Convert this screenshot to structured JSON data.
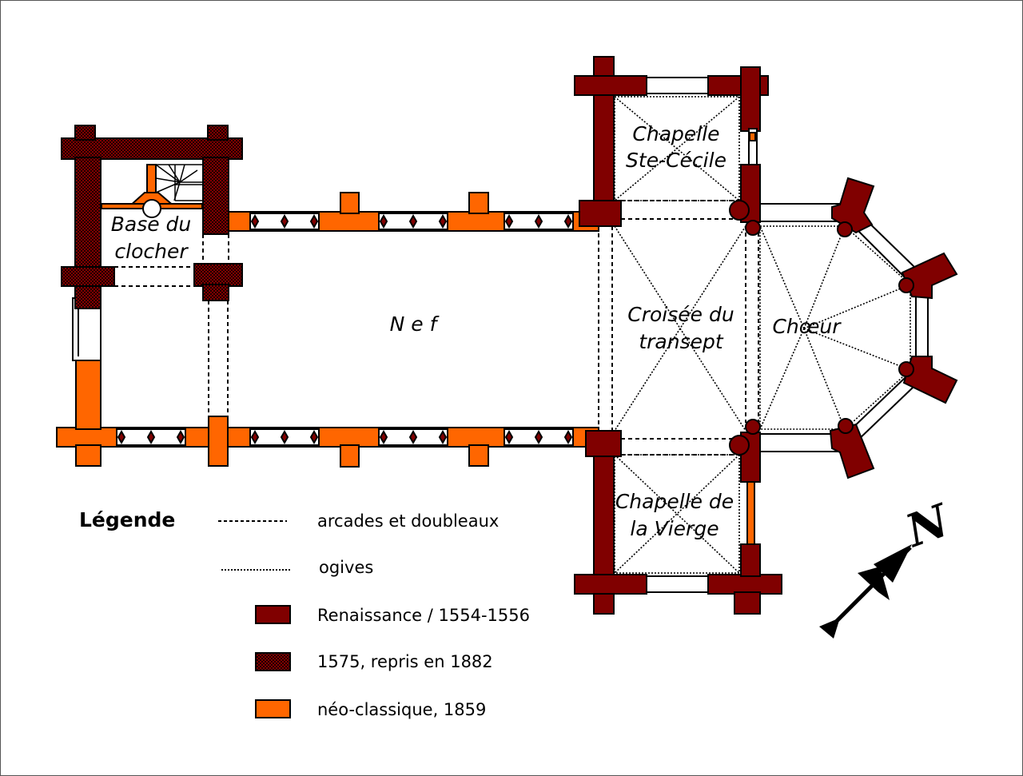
{
  "rooms": {
    "base_clocher": [
      "Base du",
      "clocher"
    ],
    "nef": "N e f",
    "croisee": [
      "Croisée du",
      "transept"
    ],
    "choeur": "Chœur",
    "chapelle_nord": [
      "Chapelle",
      "Ste-Cécile"
    ],
    "chapelle_sud": [
      "Chapelle de",
      "la Vierge"
    ]
  },
  "legend": {
    "title": "Légende",
    "items": [
      {
        "label": "arcades et doubleaux",
        "style": "dashed"
      },
      {
        "label": "ogives",
        "style": "dotted"
      },
      {
        "label": "Renaissance / 1554-1556",
        "color": "#800000"
      },
      {
        "label": "1575, repris en 1882",
        "color": "#800000",
        "pattern": "checkered"
      },
      {
        "label": "néo-classique, 1859",
        "color": "#ff6600"
      }
    ]
  },
  "north_label": "N",
  "colors": {
    "renaissance": "#800000",
    "neo_classique": "#ff6600"
  }
}
